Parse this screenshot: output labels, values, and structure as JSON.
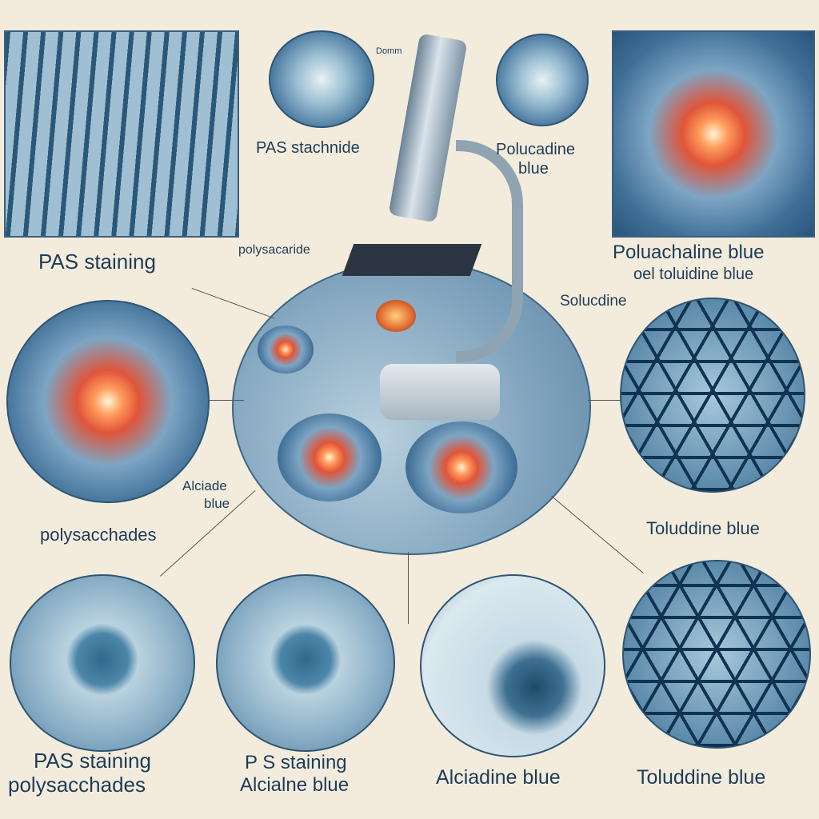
{
  "labels": {
    "top_small": "Domm",
    "pas_stachnide": "PAS stachnide",
    "polucadine_1": "Polucadine",
    "polucadine_2": "blue",
    "pas_staining_left": "PAS staining",
    "polysacaride": "polysacaride",
    "poluachaline": "Poluachaline blue",
    "oel_toluidine": "oel toluidine blue",
    "solucdine": "Solucdine",
    "alciade_1": "Alciade",
    "alciade_2": "blue",
    "polysacchades_mid": "polysacchades",
    "toluddine_right": "Toluddine blue",
    "bottom_1_line1": "PAS staining",
    "bottom_1_line2": "polysacchades",
    "bottom_2_line1": "P S staining",
    "bottom_2_line2": "Alcialne blue",
    "bottom_3": "Alciadine blue",
    "bottom_4": "Toluddine blue"
  },
  "colors": {
    "background": "#f3ecdc",
    "stain_blue": "#2e5a80",
    "stain_red": "#e0553a"
  }
}
